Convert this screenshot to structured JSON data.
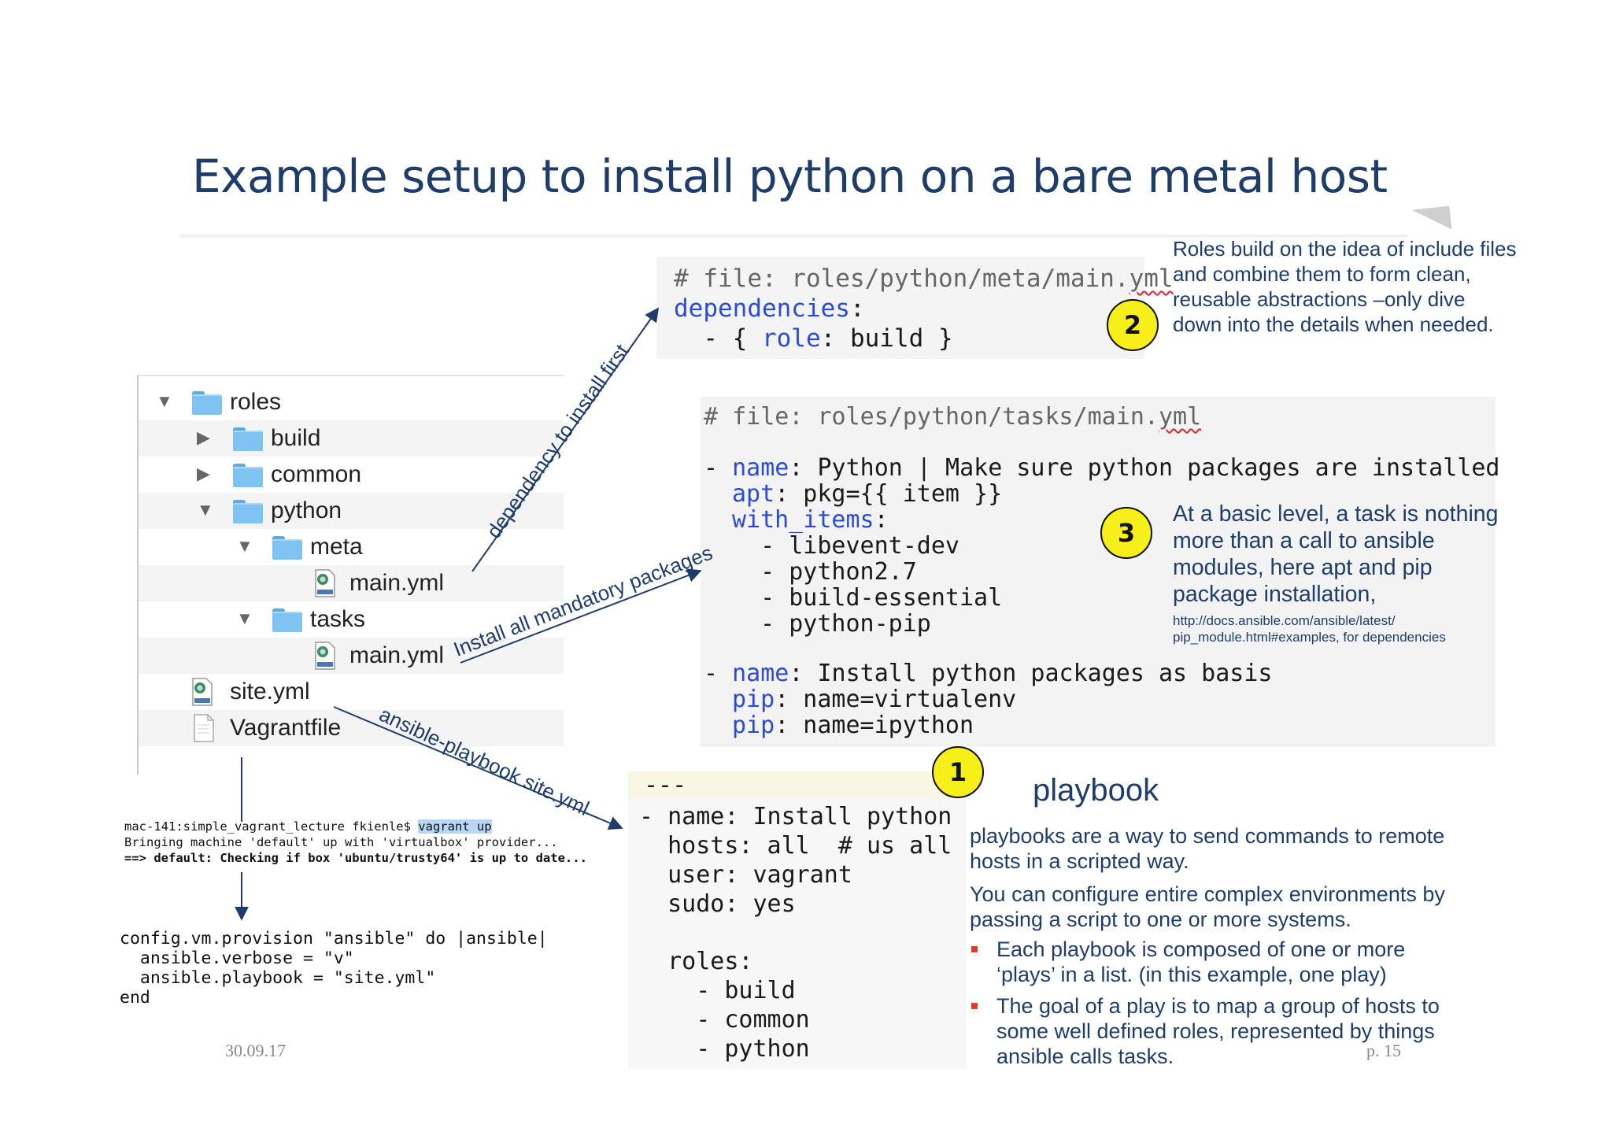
{
  "slide": {
    "title": "Example setup to install python on a bare metal host",
    "date": "30.09.17",
    "page": "p. 15"
  },
  "tree": [
    {
      "label": "roles",
      "type": "folder",
      "expanded": true
    },
    {
      "label": "build",
      "type": "folder",
      "expanded": false
    },
    {
      "label": "common",
      "type": "folder",
      "expanded": false
    },
    {
      "label": "python",
      "type": "folder",
      "expanded": true
    },
    {
      "label": "meta",
      "type": "folder",
      "expanded": true
    },
    {
      "label": "main.yml",
      "type": "yml-file"
    },
    {
      "label": "tasks",
      "type": "folder",
      "expanded": true
    },
    {
      "label": "main.yml",
      "type": "yml-file"
    },
    {
      "label": "site.yml",
      "type": "yml-file"
    },
    {
      "label": "Vagrantfile",
      "type": "text-file"
    }
  ],
  "code_meta": {
    "comment": "# file: roles/python/meta/",
    "comment_ext": "yml",
    "l2_key": "dependencies",
    "l2_rest": ":",
    "l3_pre": "  - { ",
    "l3_key": "role",
    "l3_rest": ": build }"
  },
  "code_tasks": {
    "comment": "# file: roles/python/tasks/main.",
    "comment_ext": "yml",
    "t1_dash": "- ",
    "t1_key": "name",
    "t1_rest": ": Python | Make sure python packages are installed",
    "apt_key": "apt",
    "apt_rest": ": pkg={{ item }}",
    "with_key": "with_items",
    "with_rest": ":",
    "items": [
      "  - libevent-dev",
      "  - python2.7",
      "  - build-essential",
      "  - python-pip"
    ],
    "t2_dash": "- ",
    "t2_key": "name",
    "t2_rest": ": Install python packages as basis",
    "pip1_key": "pip",
    "pip1_rest": ": name=virtualenv",
    "pip2_key": "pip",
    "pip2_rest": ": name=ipython"
  },
  "code_site": {
    "l0": "---",
    "l1": "- name: Install python",
    "l2": "  hosts: all  # us all",
    "l3": "  user: vagrant",
    "l4": "  sudo: yes",
    "l5": "  roles:",
    "l6": "    - build",
    "l7": "    - common",
    "l8": "    - python"
  },
  "terminal": {
    "prompt": "mac-141:simple_vagrant_lecture fkienle$ ",
    "command": "vagrant up",
    "line2": "Bringing machine 'default' up with 'virtualbox' provider...",
    "line3": "==> default: Checking if box 'ubuntu/trusty64' is up to date..."
  },
  "vagrantfile": {
    "l1": "config.vm.provision \"ansible\" do |ansible|",
    "l2": "  ansible.verbose = \"v\"",
    "l3": "  ansible.playbook = \"site.yml\"",
    "l4": "end"
  },
  "arrows": {
    "a1": "dependency to install first",
    "a2": "Install all mandatory packages",
    "a3": "ansible-playbook site.yml"
  },
  "badges": {
    "b1": "1",
    "b2": "2",
    "b3": "3"
  },
  "notes": {
    "roles_note": "Roles build on the idea of include files and combine them to form clean, reusable abstractions –only dive down into the details when needed.",
    "task_note": "At a basic level, a task is nothing more than a call to ansible modules, here apt and pip package installation,",
    "task_link": "http://docs.ansible.com/ansible/latest/ pip_module.html#examples, for dependencies",
    "playbook_title": "playbook",
    "playbook_p1": "playbooks are a way to send commands to remote hosts in a scripted way.",
    "playbook_p2": "You can configure entire complex environments by passing a script to one or more systems.",
    "bullets": [
      "Each playbook is composed of one or more ‘plays’ in a list. (in this example, one play)",
      "The goal of a play is to map a group of hosts to some well defined roles, represented by things ansible calls tasks."
    ]
  },
  "colors": {
    "accent": "#1f3d6b",
    "keyword": "#2b4ad8",
    "badge": "#f7ef1a",
    "bullet": "#e23b2e"
  }
}
